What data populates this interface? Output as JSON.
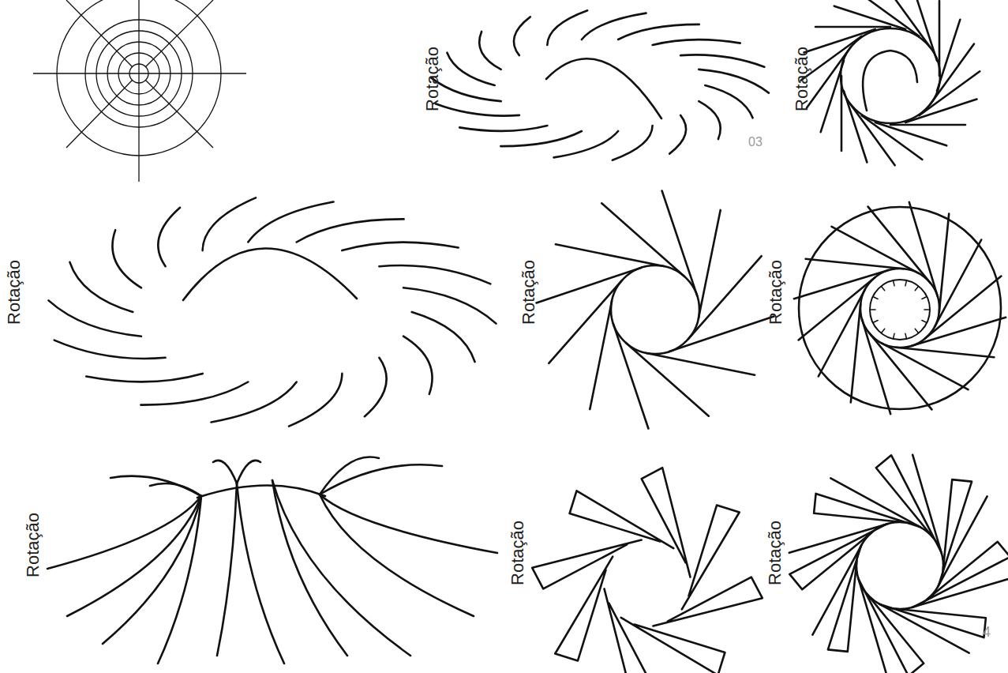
{
  "diagram": {
    "labels": [
      "Rotação",
      "03",
      "Rotação",
      "Rotação",
      "Rotação",
      "Rotação",
      "Rotação",
      "Rotação",
      "Rotação",
      "4"
    ]
  }
}
